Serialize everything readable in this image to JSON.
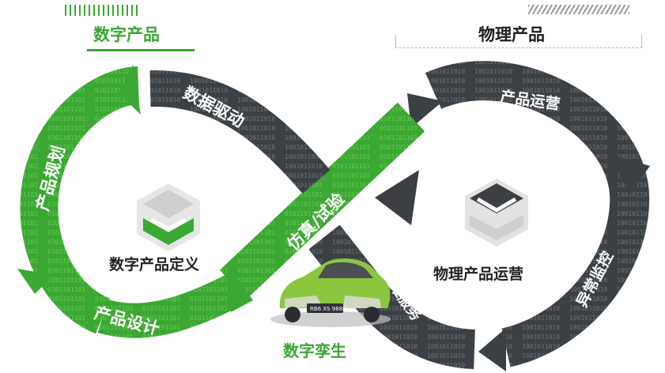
{
  "headers": {
    "digital": "数字产品",
    "physical": "物理产品"
  },
  "loop_labels": {
    "plan": "产品规划",
    "design": "产品设计",
    "data_drive": "数据驱动",
    "simulation": "仿真/试验",
    "operation": "产品运营",
    "anomaly": "异常监控",
    "maintenance": "运维服务"
  },
  "center_labels": {
    "digital_definition": "数字产品定义",
    "physical_operation": "物理产品运营"
  },
  "bottom_label": "数字孪生",
  "car_plate": "RB6 XS 9888",
  "colors": {
    "green": "#3aa832",
    "green_light": "#5cbf3c",
    "dark": "#3b4044",
    "dark_light": "#55595d",
    "text_white": "#ffffff",
    "text_dark": "#1e1e1e"
  },
  "icons": [
    "digital-logo-icon",
    "physical-logo-icon",
    "car-image"
  ]
}
